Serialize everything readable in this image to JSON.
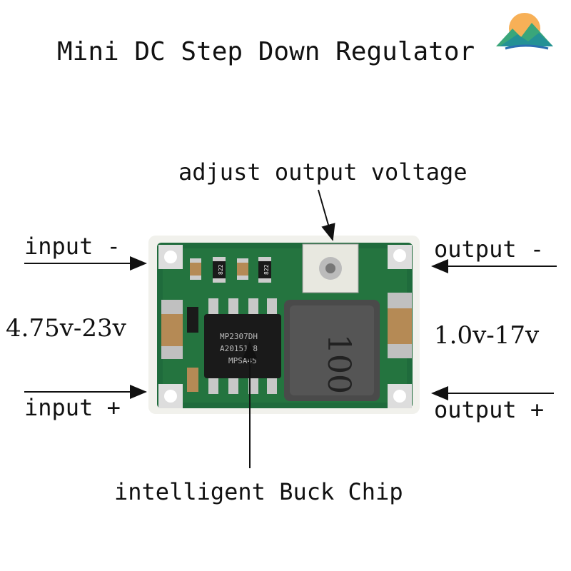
{
  "title": "Mini DC Step Down Regulator",
  "labels": {
    "adjust": "adjust output voltage",
    "input_minus": "input -",
    "input_plus": "input +",
    "output_minus": "output -",
    "output_plus": "output +",
    "input_range": "4.75v-23v",
    "output_range": "1.0v-17v",
    "chip": "intelligent Buck Chip"
  },
  "board_markings": {
    "resistor_a": "822",
    "resistor_b": "822",
    "chip_line1": "MP2307DH",
    "chip_line2": "A2015108",
    "chip_line3": "MPSA45",
    "inductor": "100"
  },
  "colors": {
    "pcb": "#1f6b3c",
    "pcb_dark": "#12502a",
    "silk": "#e8e6dc",
    "chip": "#1a1a1a",
    "inductor": "#4a4a4a",
    "capacitor": "#b58a55"
  }
}
